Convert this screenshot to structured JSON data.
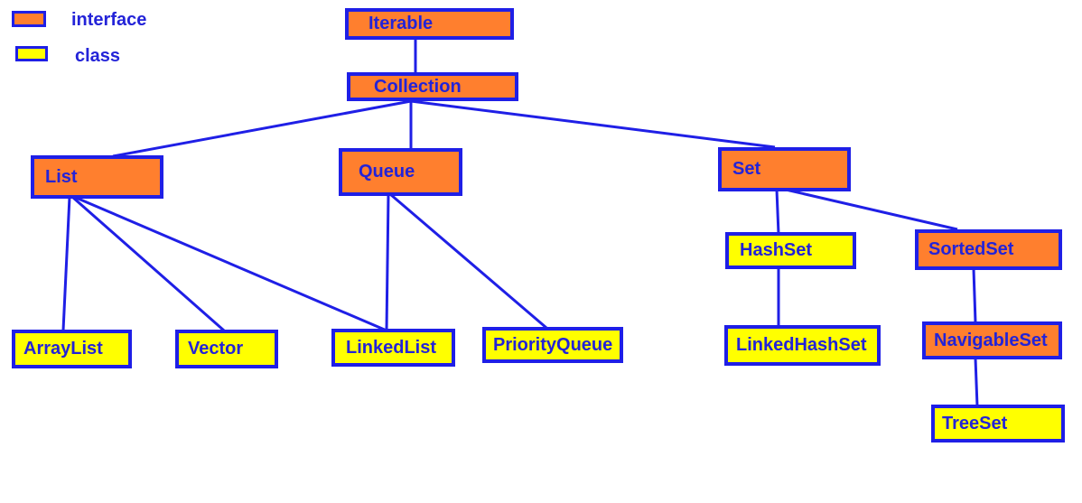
{
  "legend": {
    "interface_label": "interface",
    "class_label": "class",
    "interface_color": "#ff7f2e",
    "class_color": "#ffff00"
  },
  "nodes": {
    "iterable": "Iterable",
    "collection": "Collection",
    "list": "List",
    "queue": "Queue",
    "set": "Set",
    "hashset": "HashSet",
    "sortedset": "SortedSet",
    "arraylist": "ArrayList",
    "vector": "Vector",
    "linkedlist": "LinkedList",
    "priorityqueue": "PriorityQueue",
    "linkedhashset": "LinkedHashSet",
    "navigableset": "NavigableSet",
    "treeset": "TreeSet"
  },
  "edges": [
    [
      "iterable",
      "collection"
    ],
    [
      "collection",
      "list"
    ],
    [
      "collection",
      "queue"
    ],
    [
      "collection",
      "set"
    ],
    [
      "list",
      "arraylist"
    ],
    [
      "list",
      "vector"
    ],
    [
      "list",
      "linkedlist"
    ],
    [
      "queue",
      "linkedlist"
    ],
    [
      "queue",
      "priorityqueue"
    ],
    [
      "set",
      "hashset"
    ],
    [
      "set",
      "sortedset"
    ],
    [
      "hashset",
      "linkedhashset"
    ],
    [
      "sortedset",
      "navigableset"
    ],
    [
      "navigableset",
      "treeset"
    ]
  ],
  "colors": {
    "border": "#1f1fe6",
    "text": "#2323d8",
    "line": "#1f1fe6"
  }
}
